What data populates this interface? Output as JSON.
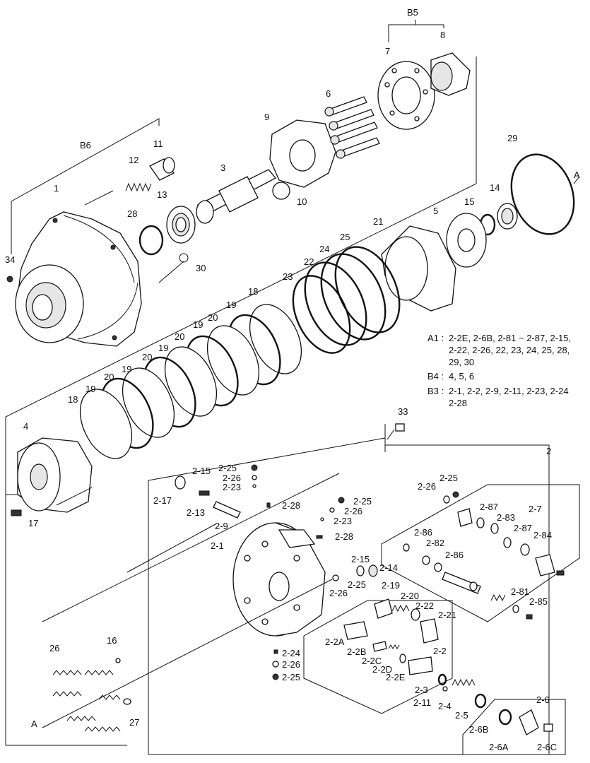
{
  "callouts": {
    "B5": "B5",
    "B6": "B6",
    "c1": "1",
    "c2": "2",
    "c3": "3",
    "c4": "4",
    "c5": "5",
    "c6": "6",
    "c7": "7",
    "c8": "8",
    "c9": "9",
    "c10": "10",
    "c11": "11",
    "c12": "12",
    "c13": "13",
    "c14": "14",
    "c15": "15",
    "c16": "16",
    "c17": "17",
    "c18a": "18",
    "c18b": "18",
    "c19a": "19",
    "c19b": "19",
    "c19c": "19",
    "c19d": "19",
    "c19e": "19",
    "c20a": "20",
    "c20b": "20",
    "c20c": "20",
    "c20d": "20",
    "c21": "21",
    "c22": "22",
    "c23": "23",
    "c24": "24",
    "c25": "25",
    "c26": "26",
    "c27": "27",
    "c28": "28",
    "c29": "29",
    "c30": "30",
    "c33": "33",
    "c34": "34",
    "A1": "A",
    "A2": "A",
    "s2_1": "2-1",
    "s2_2": "2-2",
    "s2_2A": "2-2A",
    "s2_2B": "2-2B",
    "s2_2C": "2-2C",
    "s2_2D": "2-2D",
    "s2_2E": "2-2E",
    "s2_3": "2-3",
    "s2_4": "2-4",
    "s2_5": "2-5",
    "s2_6": "2-6",
    "s2_6A": "2-6A",
    "s2_6B": "2-6B",
    "s2_6C": "2-6C",
    "s2_7": "2-7",
    "s2_9": "2-9",
    "s2_11": "2-11",
    "s2_13": "2-13",
    "s2_14": "2-14",
    "s2_15a": "2-15",
    "s2_15b": "2-15",
    "s2_17": "2-17",
    "s2_19": "2-19",
    "s2_20": "2-20",
    "s2_21": "2-21",
    "s2_22": "2-22",
    "s2_23a": "2-23",
    "s2_23b": "2-23",
    "s2_24": "2-24",
    "s2_25a": "2-25",
    "s2_25b": "2-25",
    "s2_25c": "2-25",
    "s2_25d": "2-25",
    "s2_25e": "2-25",
    "s2_26a": "2-26",
    "s2_26b": "2-26",
    "s2_26c": "2-26",
    "s2_26d": "2-26",
    "s2_26e": "2-26",
    "s2_28a": "2-28",
    "s2_28b": "2-28",
    "s2_81": "2-81",
    "s2_82": "2-82",
    "s2_83": "2-83",
    "s2_84": "2-84",
    "s2_85": "2-85",
    "s2_86a": "2-86",
    "s2_86b": "2-86",
    "s2_87a": "2-87",
    "s2_87b": "2-87"
  },
  "kit_notes": {
    "a1_label": "A1 :",
    "a1_line1": "2-2E, 2-6B, 2-81 ~ 2-87, 2-15,",
    "a1_line2": "2-22, 2-26, 22, 23, 24, 25, 28,",
    "a1_line3": "29, 30",
    "b4_label": "B4 :",
    "b4_line1": "4, 5, 6",
    "b3_label": "B3 :",
    "b3_line1": "2-1, 2-2, 2-9, 2-11, 2-23, 2-24",
    "b3_line2": "2-28"
  }
}
